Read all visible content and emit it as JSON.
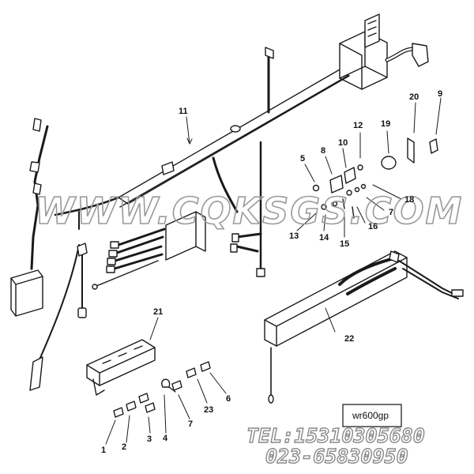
{
  "diagram": {
    "callouts": [
      {
        "id": "c1",
        "label": "1"
      },
      {
        "id": "c2",
        "label": "2"
      },
      {
        "id": "c3",
        "label": "3"
      },
      {
        "id": "c4",
        "label": "4"
      },
      {
        "id": "c5",
        "label": "5"
      },
      {
        "id": "c6",
        "label": "6"
      },
      {
        "id": "c7a",
        "label": "7"
      },
      {
        "id": "c7b",
        "label": "7"
      },
      {
        "id": "c8",
        "label": "8"
      },
      {
        "id": "c9",
        "label": "9"
      },
      {
        "id": "c10",
        "label": "10"
      },
      {
        "id": "c11",
        "label": "11"
      },
      {
        "id": "c12",
        "label": "12"
      },
      {
        "id": "c13",
        "label": "13"
      },
      {
        "id": "c14",
        "label": "14"
      },
      {
        "id": "c15",
        "label": "15"
      },
      {
        "id": "c16",
        "label": "16"
      },
      {
        "id": "c18",
        "label": "18"
      },
      {
        "id": "c19",
        "label": "19"
      },
      {
        "id": "c20",
        "label": "20"
      },
      {
        "id": "c21",
        "label": "21"
      },
      {
        "id": "c22",
        "label": "22"
      },
      {
        "id": "c23",
        "label": "23"
      }
    ],
    "watermark": "WWW.CQKSGS.COM",
    "contact_tel": "TEL:15310305680",
    "contact_phone": "023-65830950",
    "drawing_ref": "wr600gp"
  }
}
